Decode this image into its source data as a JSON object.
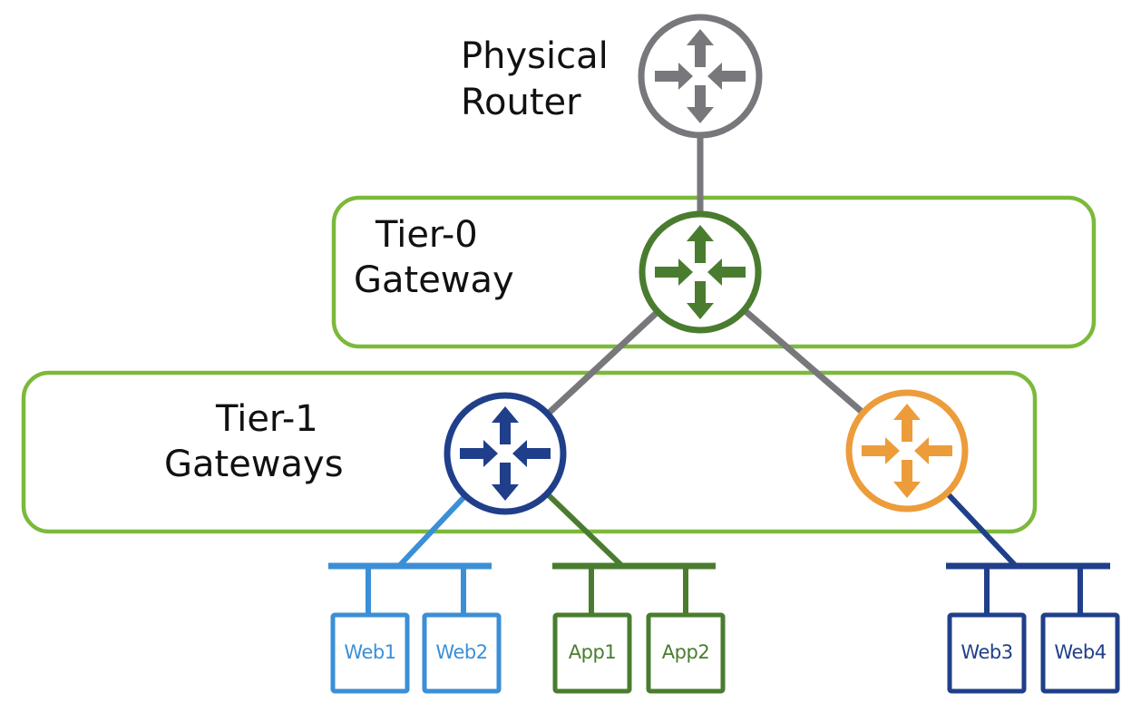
{
  "title": "NSX gateway topology",
  "colors": {
    "tier_box": "#7cb93b",
    "uplink": "#77777c",
    "physical": "#77777c",
    "tier0": "#4a7c2f",
    "tier1_a": "#203f8a",
    "tier1_b": "#ec9c3b",
    "segment_web_a": "#3b8fd6",
    "segment_app": "#4a7c2f",
    "segment_web_b": "#203f8a"
  },
  "labels": {
    "physical_router": [
      "Physical",
      "Router"
    ],
    "tier0": [
      "Tier-0",
      "Gateway"
    ],
    "tier1": [
      "Tier-1",
      "Gateways"
    ]
  },
  "routers": [
    {
      "id": "physical-router",
      "tier": "physical",
      "color": "physical",
      "icon": "router-icon"
    },
    {
      "id": "tier0-gateway",
      "tier": "tier0",
      "color": "tier0",
      "icon": "router-icon"
    },
    {
      "id": "tier1-gateway-blue",
      "tier": "tier1",
      "color": "tier1_a",
      "icon": "router-icon"
    },
    {
      "id": "tier1-gateway-orange",
      "tier": "tier1",
      "color": "tier1_b",
      "icon": "router-icon"
    }
  ],
  "links": [
    {
      "from": "physical-router",
      "to": "tier0-gateway",
      "color": "uplink"
    },
    {
      "from": "tier0-gateway",
      "to": "tier1-gateway-blue",
      "color": "uplink"
    },
    {
      "from": "tier0-gateway",
      "to": "tier1-gateway-orange",
      "color": "uplink"
    }
  ],
  "segments": [
    {
      "id": "segment-web-a",
      "gateway": "tier1-gateway-blue",
      "color": "segment_web_a",
      "vms": [
        "Web1",
        "Web2"
      ]
    },
    {
      "id": "segment-app",
      "gateway": "tier1-gateway-blue",
      "color": "segment_app",
      "vms": [
        "App1",
        "App2"
      ]
    },
    {
      "id": "segment-web-b",
      "gateway": "tier1-gateway-orange",
      "color": "segment_web_b",
      "vms": [
        "Web3",
        "Web4"
      ]
    }
  ]
}
